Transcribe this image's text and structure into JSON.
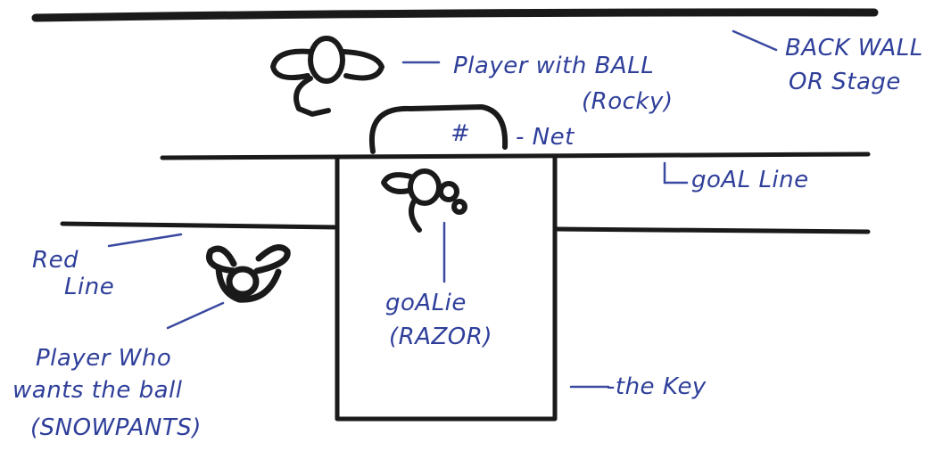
{
  "labels": {
    "back_wall": [
      "BACK WALL",
      "OR Stage"
    ],
    "player_with_ball": [
      "Player with BALL",
      "(Rocky)"
    ],
    "net": "- Net",
    "net_mark": "#",
    "goal_line": "goAL Line",
    "red_line": [
      "Red",
      "Line"
    ],
    "goalie": [
      "goALie",
      "(RAZOR)"
    ],
    "player_wants_ball": [
      "Player Who",
      "wants the ball",
      "(SNOWPANTS)"
    ],
    "the_key": "-the Key"
  },
  "colors": {
    "ink": "#1a1a1a",
    "pen": "#3a4aa0"
  }
}
